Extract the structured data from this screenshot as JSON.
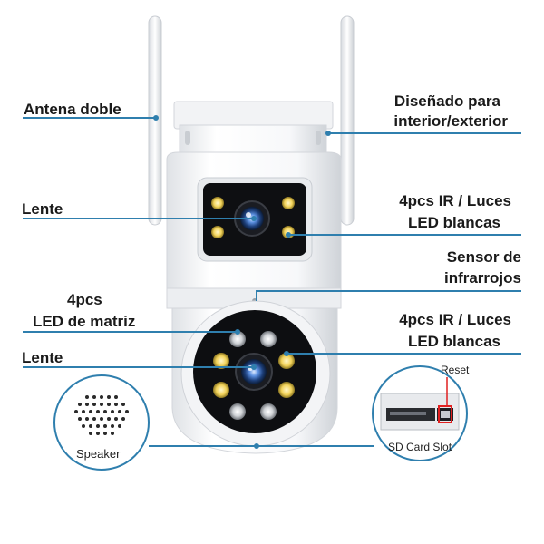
{
  "labels": {
    "antenna": "Antena doble",
    "indoor_outdoor_1": "Diseñado para",
    "indoor_outdoor_2": "interior/exterior",
    "lens_top": "Lente",
    "ir_top_1": "4pcs IR / Luces",
    "ir_top_2": "LED blancas",
    "sensor_1": "Sensor de",
    "sensor_2": "infrarrojos",
    "matrix_1": "4pcs",
    "matrix_2": "LED de matriz",
    "ir_bottom_1": "4pcs IR / Luces",
    "ir_bottom_2": "LED blancas",
    "lens_bottom": "Lente"
  },
  "insets": {
    "speaker": "Speaker",
    "reset": "Reset",
    "sd_card": "SD Card Slot"
  },
  "colors": {
    "callout_line": "#2f7fae",
    "camera_body": "#f4f5f7",
    "camera_shadow": "#d5d8dd",
    "lens_blue": "#3a7bd5",
    "led_warm": "#f2d35b",
    "reset_red": "#e02020"
  }
}
